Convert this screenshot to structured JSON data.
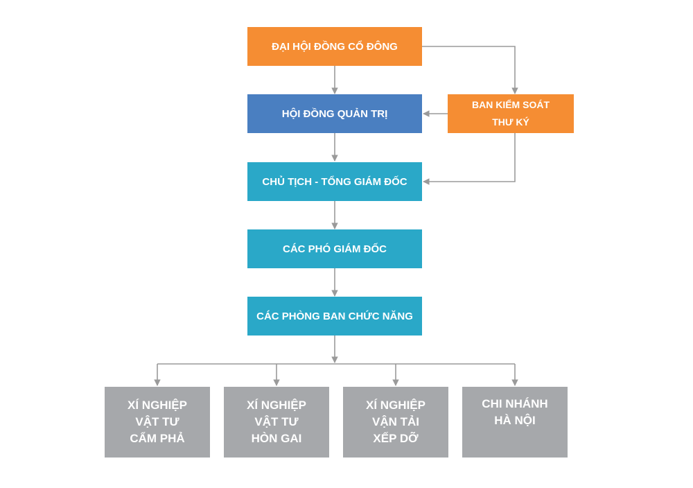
{
  "colors": {
    "orange": "#f58d33",
    "blue": "#4a7fc1",
    "teal": "#2aa8c8",
    "gray": "#a6a8ab",
    "connector": "#9a9a9a"
  },
  "org": {
    "shareholders": "ĐẠI HỘI ĐỒNG CỔ ĐÔNG",
    "board": "HỘI ĐỒNG QUẢN TRỊ",
    "supervisory": [
      "BAN KIỂM SOÁT",
      "THƯ KÝ"
    ],
    "ceo": "CHỦ TỊCH - TỔNG GIÁM ĐỐC",
    "deputies": "CÁC PHÓ GIÁM ĐỐC",
    "departments": "CÁC PHÒNG BAN CHỨC NĂNG",
    "units": [
      {
        "lines": [
          "XÍ NGHIỆP",
          "VẬT TƯ",
          "CẨM PHẢ"
        ]
      },
      {
        "lines": [
          "XÍ NGHIỆP",
          "VẬT TƯ",
          "HÒN GAI"
        ]
      },
      {
        "lines": [
          "XÍ NGHIỆP",
          "VẬN TẢI",
          "XẾP DỠ"
        ]
      },
      {
        "lines": [
          "CHI NHÁNH",
          "HÀ NỘI"
        ]
      }
    ]
  }
}
